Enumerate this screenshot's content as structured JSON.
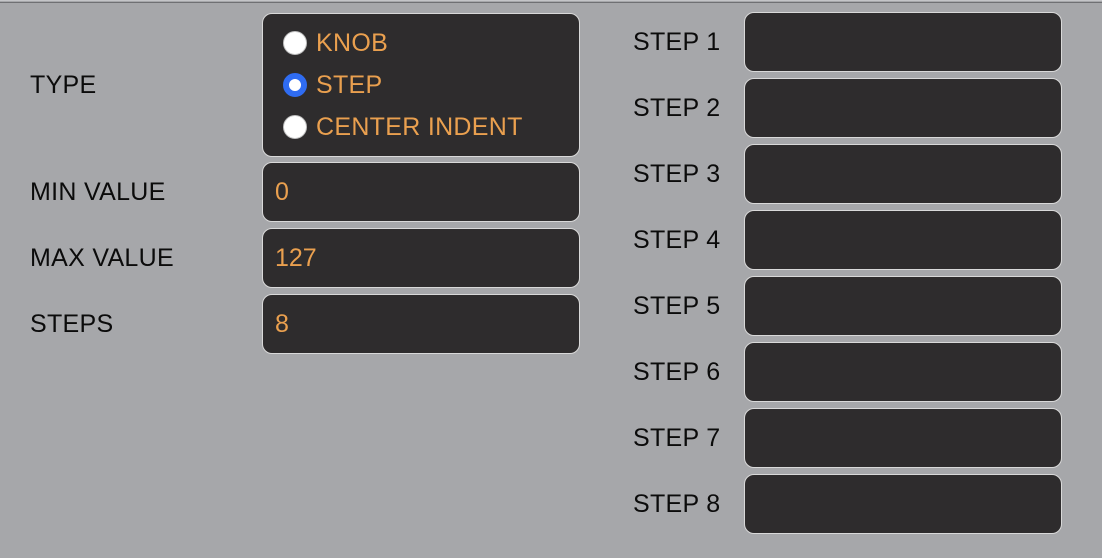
{
  "left": {
    "type_label": "TYPE",
    "type_options": [
      {
        "label": "KNOB",
        "selected": false
      },
      {
        "label": "STEP",
        "selected": true
      },
      {
        "label": "CENTER INDENT",
        "selected": false
      }
    ],
    "min_label": "MIN VALUE",
    "min_value": "0",
    "max_label": "MAX VALUE",
    "max_value": "127",
    "steps_label": "STEPS",
    "steps_value": "8"
  },
  "right": {
    "steps": [
      {
        "label": "STEP 1",
        "value": ""
      },
      {
        "label": "STEP 2",
        "value": ""
      },
      {
        "label": "STEP 3",
        "value": ""
      },
      {
        "label": "STEP 4",
        "value": ""
      },
      {
        "label": "STEP 5",
        "value": ""
      },
      {
        "label": "STEP 6",
        "value": ""
      },
      {
        "label": "STEP 7",
        "value": ""
      },
      {
        "label": "STEP 8",
        "value": ""
      }
    ]
  },
  "colors": {
    "background": "#a6a7aa",
    "field_background": "#2e2c2d",
    "field_border": "#d9d9d9",
    "accent_text": "#eaa04f",
    "radio_selected": "#2f6cf2"
  }
}
